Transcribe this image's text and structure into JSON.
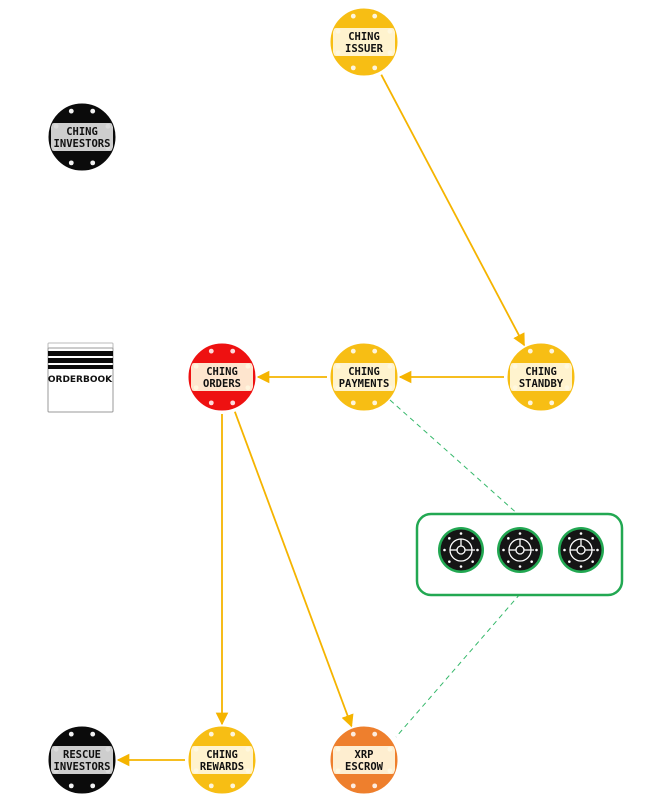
{
  "colors": {
    "gold_chip": "#F7BE14",
    "gold_arrow": "#F5B400",
    "red_chip": "#EE1111",
    "orange_chip": "#EE7F2D",
    "black_chip": "#0B0B0B",
    "green_border": "#22A852",
    "dashed_line": "#35B86A",
    "vault_dark": "#151515"
  },
  "nodes": [
    {
      "id": "ching-issuer",
      "name": "ching-issuer-node",
      "line1": "CHING",
      "line2": "ISSUER",
      "style": "gold"
    },
    {
      "id": "ching-investors",
      "name": "ching-investors-node",
      "line1": "CHING",
      "line2": "INVESTORS",
      "style": "black"
    },
    {
      "id": "ching-orders",
      "name": "ching-orders-node",
      "line1": "CHING",
      "line2": "ORDERS",
      "style": "red"
    },
    {
      "id": "ching-payments",
      "name": "ching-payments-node",
      "line1": "CHING",
      "line2": "PAYMENTS",
      "style": "gold"
    },
    {
      "id": "ching-standby",
      "name": "ching-standby-node",
      "line1": "CHING",
      "line2": "STANDBY",
      "style": "gold"
    },
    {
      "id": "rescue-investors",
      "name": "rescue-investors-node",
      "line1": "RESCUE",
      "line2": "INVESTORS",
      "style": "black"
    },
    {
      "id": "ching-rewards",
      "name": "ching-rewards-node",
      "line1": "CHING",
      "line2": "REWARDS",
      "style": "gold"
    },
    {
      "id": "xrp-escrow",
      "name": "xrp-escrow-node",
      "line1": "XRP",
      "line2": "ESCROW",
      "style": "orange"
    }
  ],
  "orderbook": {
    "label": "ORDERBOOK"
  },
  "vault_group": {
    "vaults": [
      "vault-1",
      "vault-2",
      "vault-3"
    ]
  },
  "edges": [
    {
      "from": "ching-issuer",
      "to": "ching-standby",
      "style": "solid"
    },
    {
      "from": "ching-standby",
      "to": "ching-payments",
      "style": "solid"
    },
    {
      "from": "ching-payments",
      "to": "ching-orders",
      "style": "solid"
    },
    {
      "from": "ching-orders",
      "to": "ching-rewards",
      "style": "solid"
    },
    {
      "from": "ching-orders",
      "to": "xrp-escrow",
      "style": "solid"
    },
    {
      "from": "ching-rewards",
      "to": "rescue-investors",
      "style": "solid"
    },
    {
      "from": "ching-payments",
      "to": "vault-group",
      "style": "dashed"
    },
    {
      "from": "vault-group",
      "to": "xrp-escrow",
      "style": "dashed"
    }
  ]
}
